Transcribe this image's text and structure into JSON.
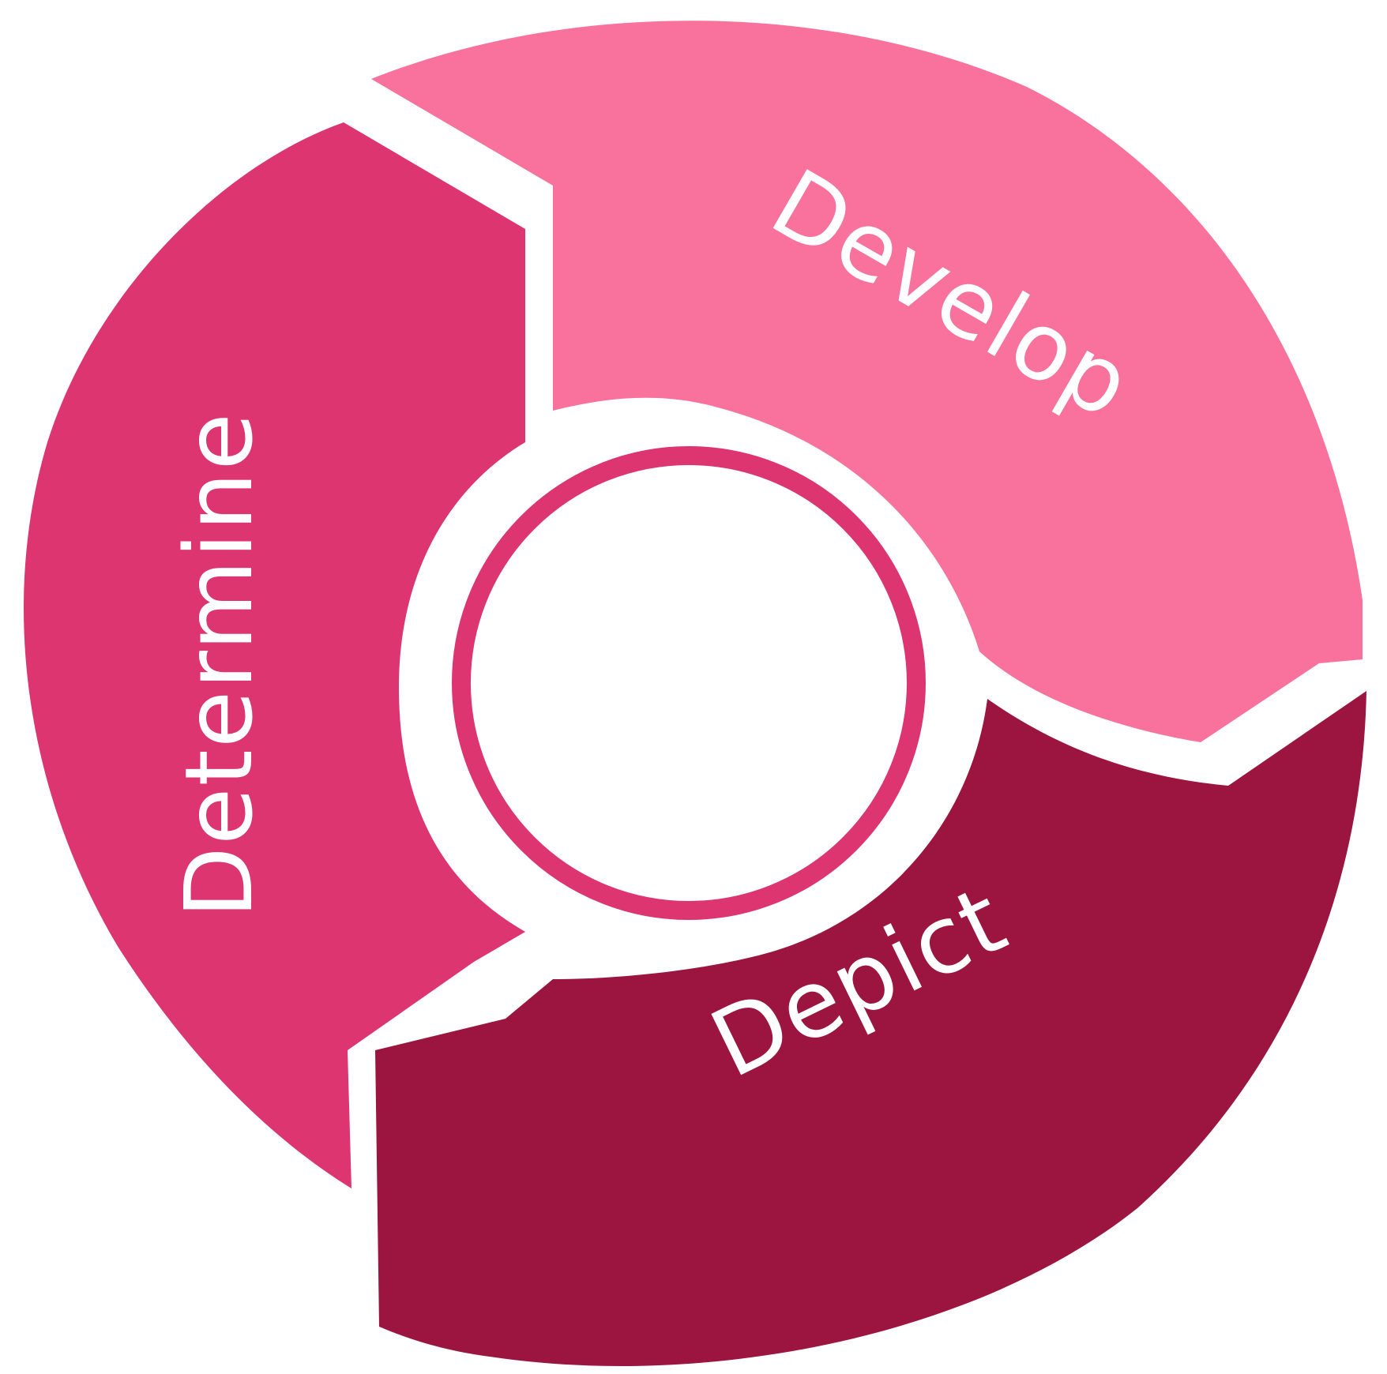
{
  "diagram": {
    "segments": [
      {
        "id": "determine",
        "label": "Determine",
        "color": "#dc3570"
      },
      {
        "id": "develop",
        "label": "Develop",
        "color": "#f9729e"
      },
      {
        "id": "depict",
        "label": "Depict",
        "color": "#9b1540"
      }
    ],
    "center_ring_color": "#dc3570",
    "center_fill_color": "#ffffff"
  }
}
